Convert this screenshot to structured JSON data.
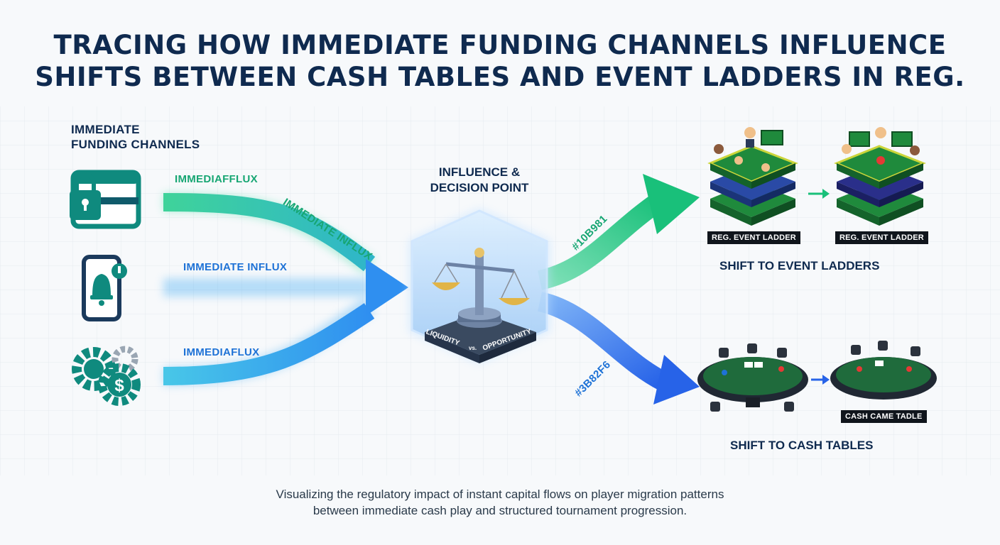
{
  "title": {
    "line1": "TRACING HOW IMMEDIATE FUNDING CHANNELS INFLUENCE",
    "line2": "SHIFTS BETWEEN CASH TABLES AND EVENT LADDERS IN REG."
  },
  "sources": {
    "heading_line1": "IMMEDIATE",
    "heading_line2": "FUNDING CHANNELS",
    "icons": [
      "lock-card-icon",
      "phone-bell-icon",
      "gears-dollar-icon"
    ],
    "labels": [
      "IMMEDIAFFLUX",
      "IMMEDIATE INFLUX",
      "IMMEDIATE INFLUX",
      "IMMEDIAFLUX"
    ]
  },
  "center": {
    "heading_line1": "INFLUENCE &",
    "heading_line2": "DECISION POINT",
    "plinth_left": "LIQUIDITY",
    "plinth_mid": "vs.",
    "plinth_right": "OPPORTUNITY"
  },
  "outputs": {
    "upper_label": "#10B981",
    "lower_label": "#3B82F6",
    "events_heading": "SHIFT TO EVENT LADDERS",
    "events_tag_1": "REG. EVENT LADDER",
    "events_tag_2": "REG. EVENT LADDER",
    "cash_heading": "SHIFT TO CASH TABLES",
    "cash_tag": "CASH CAME TADLE"
  },
  "caption": {
    "line1": "Visualizing the regulatory impact of instant capital flows on player migration patterns",
    "line2": "between immediate cash play and structured tournament progression."
  },
  "colors": {
    "navy": "#0f2a4f",
    "green": "#10B981",
    "blue": "#3B82F6",
    "teal": "#0f8a7e",
    "felt": "#1f6b3c"
  }
}
